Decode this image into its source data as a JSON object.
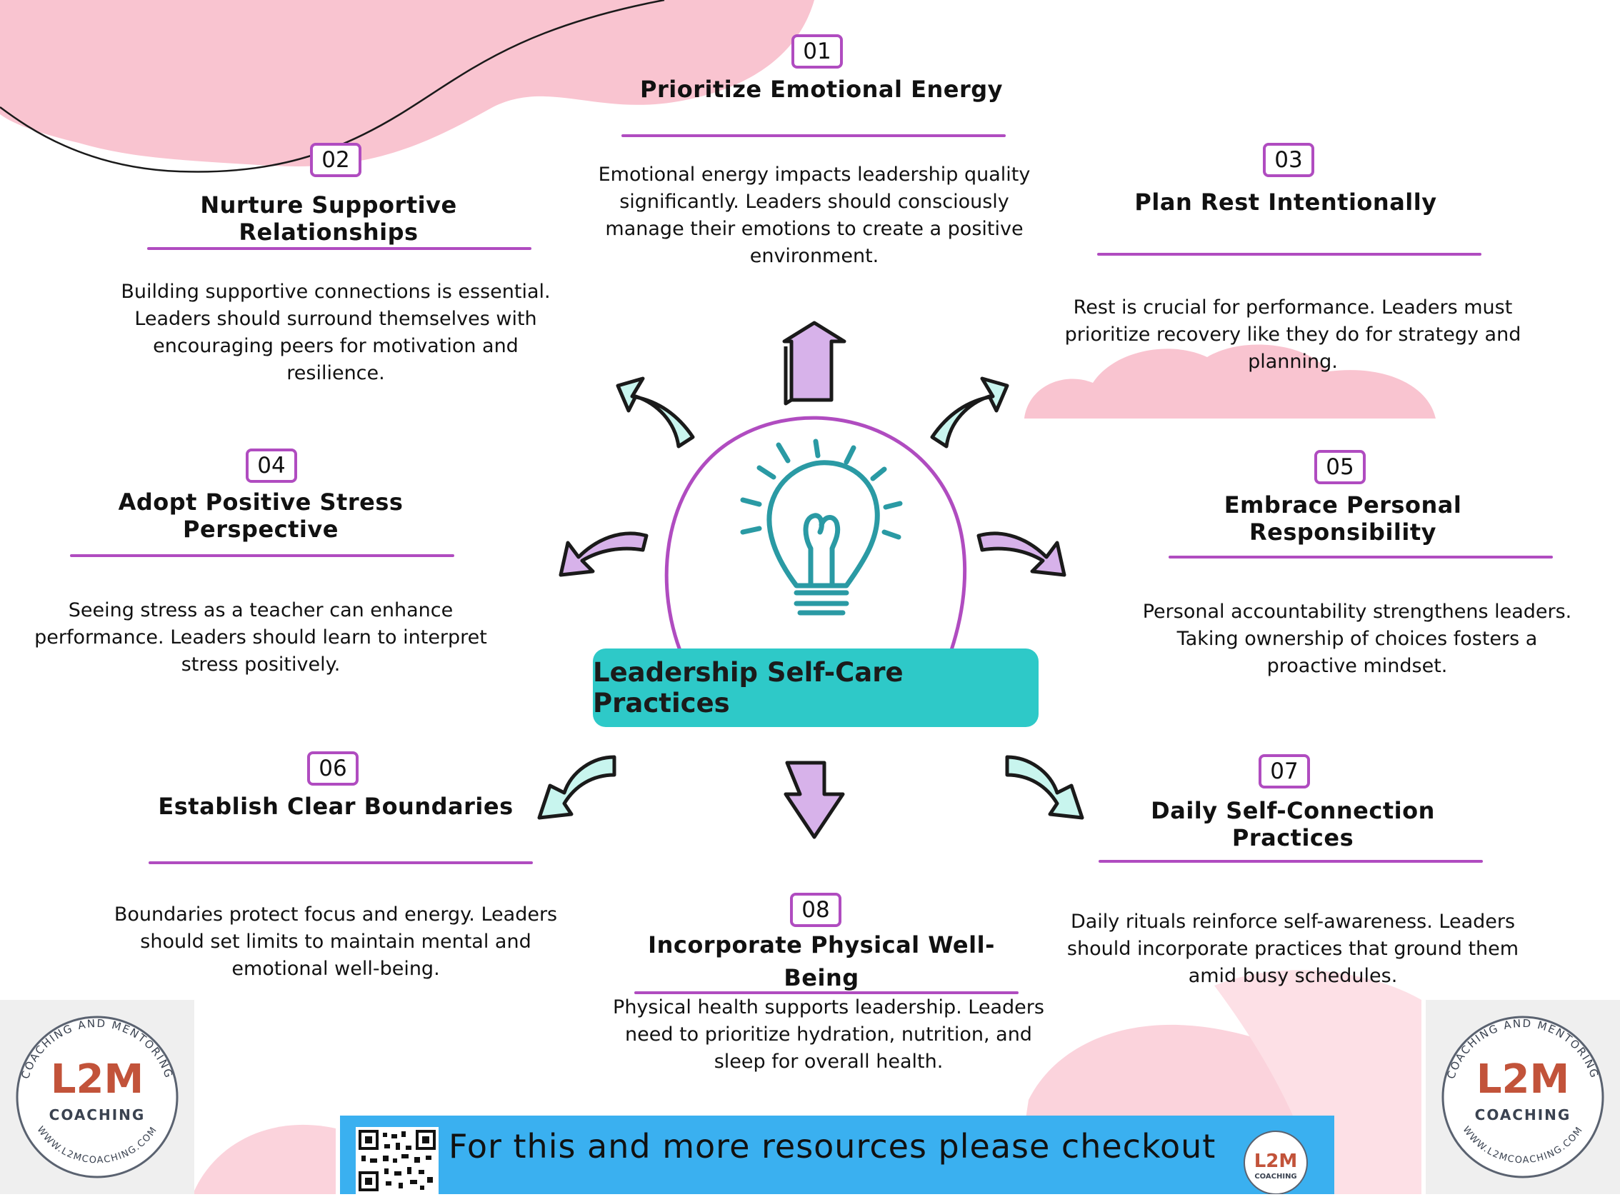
{
  "center": {
    "label": "Leadership Self-Care Practices"
  },
  "colors": {
    "accent": "#b04cc0",
    "center_fill": "#2ec9c8",
    "arrow_mint": "#c8f5ee",
    "arrow_lilac": "#d7b2ea",
    "banner": "#3ab0f0",
    "pink": "#f9c4d0"
  },
  "items": [
    {
      "num": "01",
      "title": "Prioritize Emotional Energy",
      "desc": [
        "Emotional energy impacts leadership quality",
        "significantly. Leaders should consciously",
        "manage their emotions to create a positive",
        "environment."
      ]
    },
    {
      "num": "02",
      "title": "Nurture Supportive Relationships",
      "desc": [
        "Building supportive connections is essential.",
        "Leaders should surround themselves with",
        "encouraging peers for motivation and",
        "resilience."
      ]
    },
    {
      "num": "03",
      "title": "Plan Rest Intentionally",
      "desc": [
        "Rest is crucial for performance. Leaders must",
        "prioritize recovery like they do for strategy and",
        "planning."
      ]
    },
    {
      "num": "04",
      "title": "Adopt Positive Stress Perspective",
      "desc": [
        "Seeing stress as a teacher can enhance",
        "performance. Leaders should learn to interpret",
        "stress positively."
      ]
    },
    {
      "num": "05",
      "title": "Embrace Personal Responsibility",
      "desc": [
        "Personal accountability strengthens leaders.",
        "Taking ownership of choices fosters a",
        "proactive mindset."
      ]
    },
    {
      "num": "06",
      "title": "Establish Clear Boundaries",
      "desc": [
        "Boundaries protect focus and energy. Leaders",
        "should set limits to maintain mental and",
        "emotional well-being."
      ]
    },
    {
      "num": "07",
      "title": "Daily Self-Connection Practices",
      "desc": [
        "Daily rituals reinforce self-awareness. Leaders",
        "should incorporate practices that ground them",
        "amid busy schedules."
      ]
    },
    {
      "num": "08",
      "title": [
        "Incorporate Physical Well-",
        "Being"
      ],
      "desc": [
        "Physical health supports leadership. Leaders",
        "need to prioritize hydration, nutrition, and",
        "sleep for overall health."
      ]
    }
  ],
  "logo": {
    "arc_text": "COACHING AND MENTORING",
    "brand": "L2M",
    "sub": "COACHING",
    "url": "WWW.L2MCOACHING.COM"
  },
  "banner": {
    "text": "For this and more resources please checkout"
  }
}
